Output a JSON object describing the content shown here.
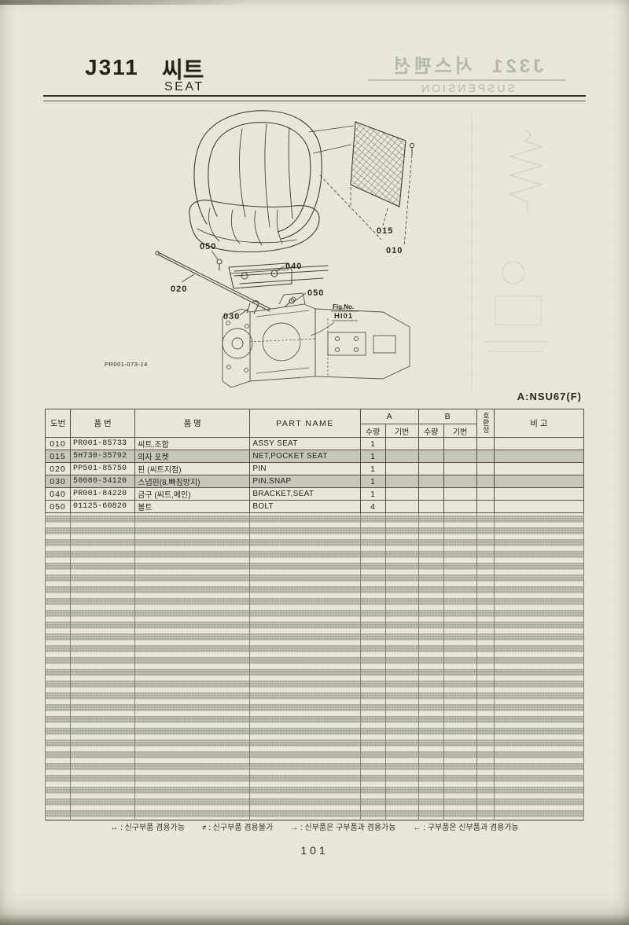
{
  "header": {
    "code": "J311",
    "title_ko": "씨트",
    "title_en": "SEAT",
    "ref": "A:NSU67(F)"
  },
  "ghost": {
    "code": "J321",
    "title_ko": "서스펜션",
    "title_en": "SUSPENSION"
  },
  "diagram": {
    "callouts": {
      "c010": "010",
      "c015": "015",
      "c020": "020",
      "c030": "030",
      "c040": "040",
      "c050": "050"
    },
    "fig_label": "Fig.No.",
    "fig_no": "HI01",
    "drawing_code": "PR001-073-14"
  },
  "table": {
    "headers": {
      "fig": "도번",
      "part_no": "품 번",
      "name_ko": "품 명",
      "part_name": "PART NAME",
      "group_a": "A",
      "group_b": "B",
      "qty": "수량",
      "serial": "기번",
      "compat": "호환성",
      "remarks": "비 고"
    },
    "rows": [
      {
        "fig": "010",
        "part_no": "PR001-85733",
        "name_ko": "씨트,조합",
        "part_name": "ASSY SEAT",
        "qty_a": "1",
        "serial_a": "",
        "qty_b": "",
        "serial_b": "",
        "compat": "",
        "remarks": ""
      },
      {
        "fig": "015",
        "part_no": "5H730-35792",
        "name_ko": "의자 포켓",
        "part_name": "NET,POCKET SEAT",
        "qty_a": "1",
        "serial_a": "",
        "qty_b": "",
        "serial_b": "",
        "compat": "",
        "remarks": ""
      },
      {
        "fig": "020",
        "part_no": "PP501-85750",
        "name_ko": "핀 (씨트지점)",
        "part_name": "PIN",
        "qty_a": "1",
        "serial_a": "",
        "qty_b": "",
        "serial_b": "",
        "compat": "",
        "remarks": ""
      },
      {
        "fig": "030",
        "part_no": "50080-34120",
        "name_ko": "스냅핀(8.빠짐방지)",
        "part_name": "PIN,SNAP",
        "qty_a": "1",
        "serial_a": "",
        "qty_b": "",
        "serial_b": "",
        "compat": "",
        "remarks": ""
      },
      {
        "fig": "040",
        "part_no": "PR001-84220",
        "name_ko": "금구 (씨트,메인)",
        "part_name": "BRACKET,SEAT",
        "qty_a": "1",
        "serial_a": "",
        "qty_b": "",
        "serial_b": "",
        "compat": "",
        "remarks": ""
      },
      {
        "fig": "050",
        "part_no": "01125-60820",
        "name_ko": "볼트",
        "part_name": "BOLT",
        "qty_a": "4",
        "serial_a": "",
        "qty_b": "",
        "serial_b": "",
        "compat": "",
        "remarks": ""
      }
    ],
    "empty_row_count": 26
  },
  "legend": {
    "items": [
      "↔ : 신구부품 겸용가능",
      "≠ : 신구부품 겸용불가",
      "→ : 신부품은 구부품과 겸용가능",
      "← : 구부품은 신부품과 겸용가능"
    ]
  },
  "footer": {
    "page_number": "101"
  }
}
